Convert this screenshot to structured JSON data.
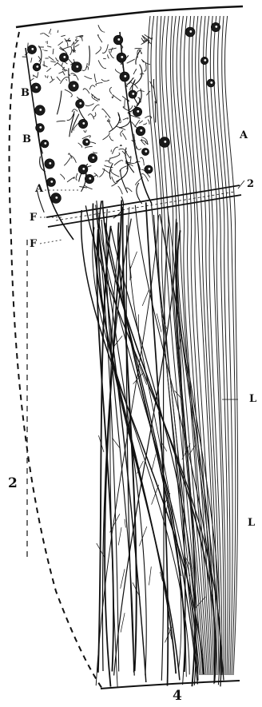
{
  "figure": {
    "ink_color": "#111111",
    "paper_color": "#ffffff",
    "cell_fill_color": "#1a1a1a",
    "labels": {
      "b_upper": "B",
      "b_lower": "B",
      "a_left": "A",
      "a_right": "A",
      "f_upper": "F",
      "f_lower": "F",
      "num_2_right": "2",
      "num_2_left": "2",
      "l_upper": "L",
      "l_lower": "L",
      "num_4_bottom": "4"
    }
  }
}
